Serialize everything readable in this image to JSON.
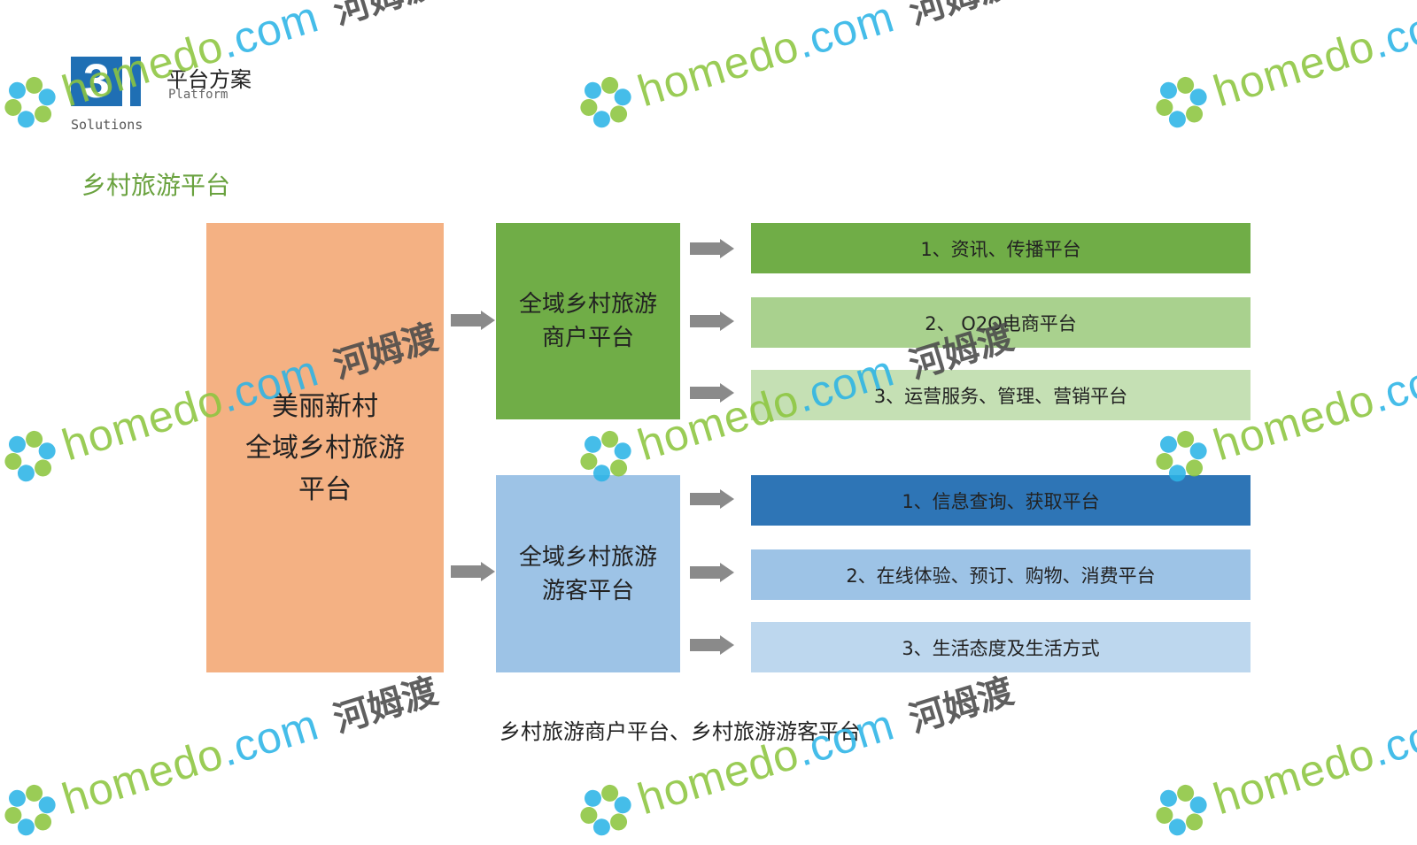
{
  "header": {
    "logo_number": "3",
    "logo_word": "Solutions",
    "title": "平台方案",
    "subtitle": "Platform"
  },
  "section_title": "乡村旅游平台",
  "diagram": {
    "root": {
      "lines": [
        "美丽新村",
        "全域乡村旅游",
        "平台"
      ],
      "color": "#f4b183"
    },
    "branches": [
      {
        "lines": [
          "全域乡村旅游",
          "商户平台"
        ],
        "color": "#70ad47",
        "items": [
          {
            "label": "1、资讯、传播平台",
            "color": "#70ad47"
          },
          {
            "label": "2、 O2O电商平台",
            "color": "#a9d18e"
          },
          {
            "label": "3、运营服务、管理、营销平台",
            "color": "#c5e0b4"
          }
        ]
      },
      {
        "lines": [
          "全域乡村旅游",
          "游客平台"
        ],
        "color": "#9dc3e6",
        "items": [
          {
            "label": "1、信息查询、获取平台",
            "color": "#2e75b6"
          },
          {
            "label": "2、在线体验、预订、购物、消费平台",
            "color": "#9dc3e6"
          },
          {
            "label": "3、生活态度及生活方式",
            "color": "#bdd7ee"
          }
        ]
      }
    ],
    "arrow_color": "#8a8a8a"
  },
  "caption": "乡村旅游商户平台、乡村旅游游客平台",
  "watermark": {
    "brand": "homedo",
    "dot": ".",
    "domain": "com",
    "cn": "河姆渡"
  }
}
